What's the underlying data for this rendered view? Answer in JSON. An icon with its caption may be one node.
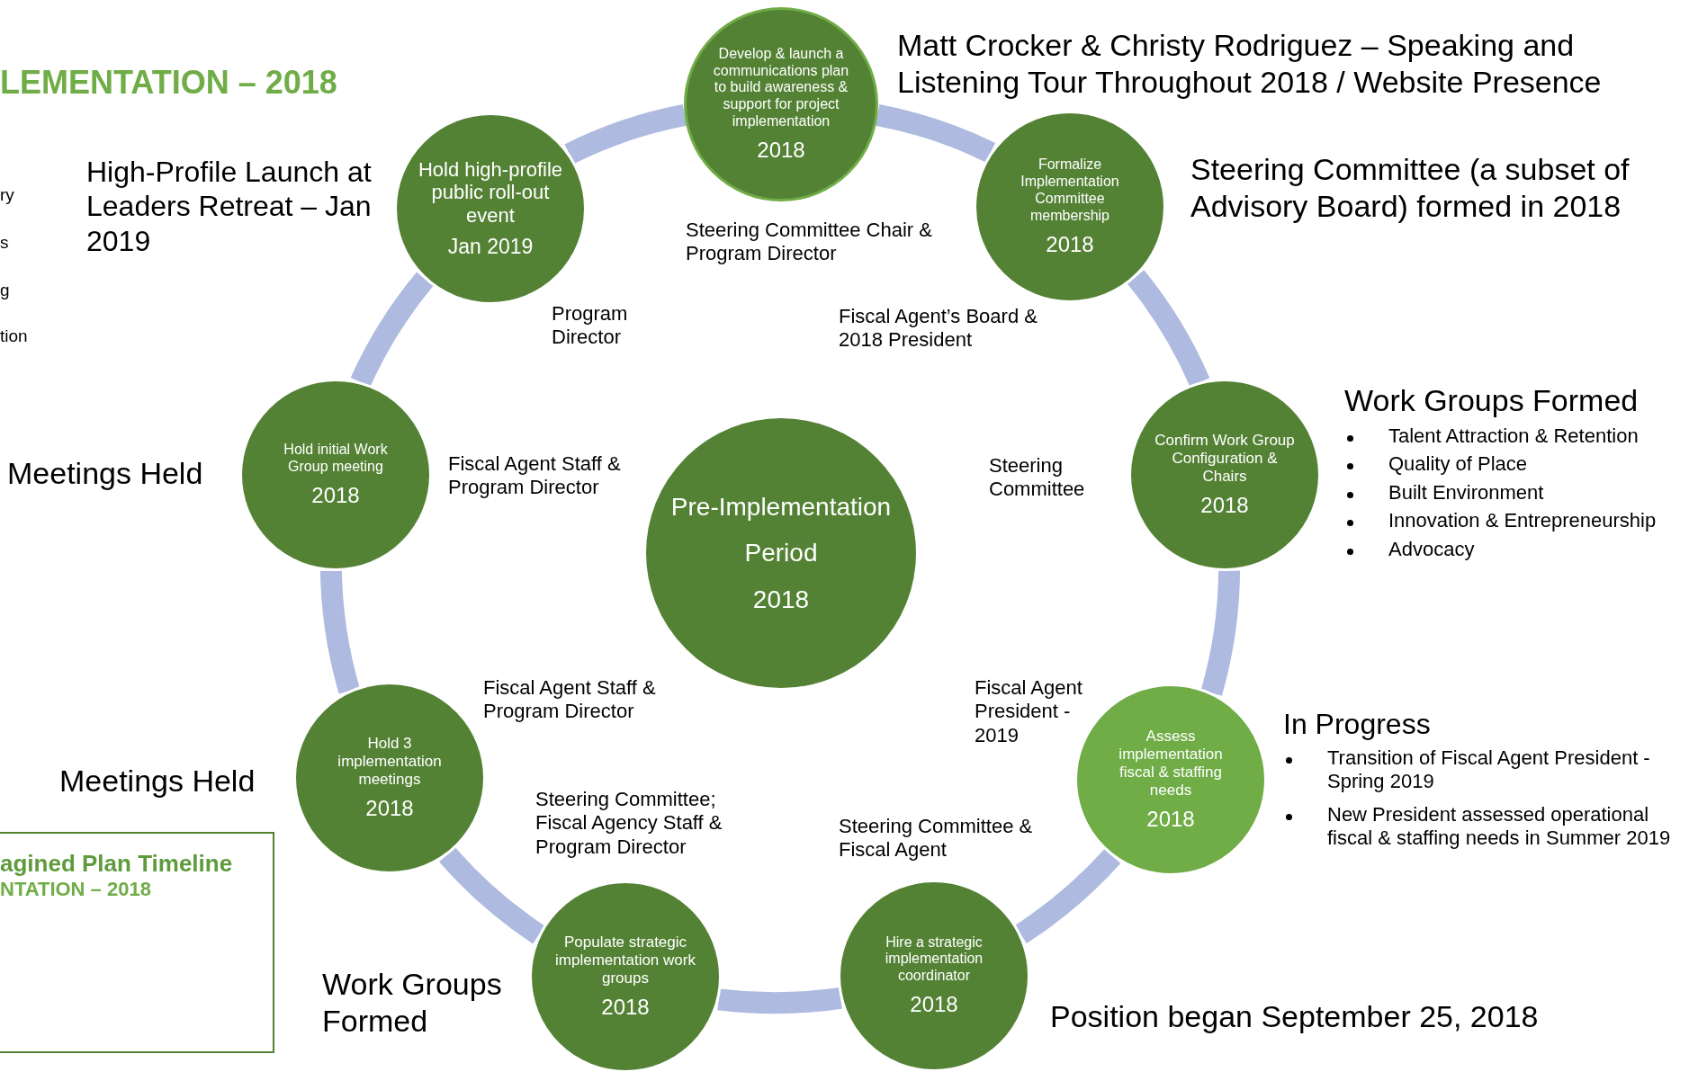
{
  "diagram": {
    "nodes": [
      {
        "text": [
          "Develop & launch a communications plan to build awareness & support for project implementation",
          "2018"
        ],
        "beside": [
          "Steering Committee Chair & Program Director",
          "Matt Crocker & Christy Rodriguez – Speaking and Listening Tour Throughout 2018 / Website Presence"
        ]
      },
      {
        "text": [
          "Formalize Implementation Committee membership",
          "2018"
        ],
        "beside": [
          "Fiscal Agent’s Board & 2018 President",
          "Steering Committee (a subset of Advisory Board) formed in 2018"
        ]
      },
      {
        "text": [
          "Confirm Work Group Configuration & Chairs",
          "2018"
        ],
        "beside": [
          "Steering Committee",
          "Work Groups Formed",
          "Talent Attraction & Retention",
          "Quality of Place",
          "Built Environment",
          "Innovation & Entrepreneurship",
          "Advocacy"
        ]
      },
      {
        "text": [
          "Assess implementation fiscal & staffing needs",
          "2018"
        ],
        "beside": [
          "Fiscal Agent President - 2019",
          "In Progress",
          "Transition of Fiscal Agent President - Spring 2019",
          "New President assessed operational fiscal & staffing needs in Summer 2019"
        ]
      },
      {
        "text": [
          "Hire a strategic implementation coordinator",
          "2018"
        ],
        "beside": [
          "Steering Committee & Fiscal Agent",
          "Position began September 25, 2018"
        ]
      },
      {
        "text": [
          "Populate strategic implementation work groups",
          "2018"
        ],
        "beside": [
          "Steering Committee; Fiscal Agency Staff & Program Director",
          "Work Groups Formed"
        ]
      },
      {
        "text": [
          "Hold 3 implementation meetings",
          "2018"
        ],
        "beside": [
          "Fiscal Agent Staff & Program Director",
          "Meetings Held"
        ]
      },
      {
        "text": [
          "Hold initial Work Group meeting",
          "2018"
        ],
        "beside": [
          "Fiscal Agent Staff & Program Director",
          "Meetings Held"
        ]
      },
      {
        "text": [
          "Hold high-profile public roll-out event",
          "Jan 2019"
        ],
        "beside": [
          "Program Director",
          "High-Profile Launch at Leaders Retreat – Jan 2019"
        ]
      },
      {
        "text": [
          "Pre-Implementation",
          "Period",
          "2018"
        ]
      },
      {
        "text": [
          "agined Plan Timeline",
          "NTATION – 2018"
        ]
      }
    ],
    "edges": [
      {
        "from": 0,
        "to": 1,
        "arrow": "none"
      },
      {
        "from": 1,
        "to": 2,
        "arrow": "none"
      },
      {
        "from": 2,
        "to": 3,
        "arrow": "none"
      },
      {
        "from": 3,
        "to": 4,
        "arrow": "none"
      },
      {
        "from": 4,
        "to": 5,
        "arrow": "none"
      },
      {
        "from": 5,
        "to": 6,
        "arrow": "none"
      },
      {
        "from": 6,
        "to": 7,
        "arrow": "none"
      },
      {
        "from": 7,
        "to": 8,
        "arrow": "none"
      },
      {
        "from": 8,
        "to": 0,
        "arrow": "none"
      }
    ],
    "labels": [
      "LEMENTATION – 2018",
      "ry",
      "s",
      "g",
      "tion"
    ]
  }
}
